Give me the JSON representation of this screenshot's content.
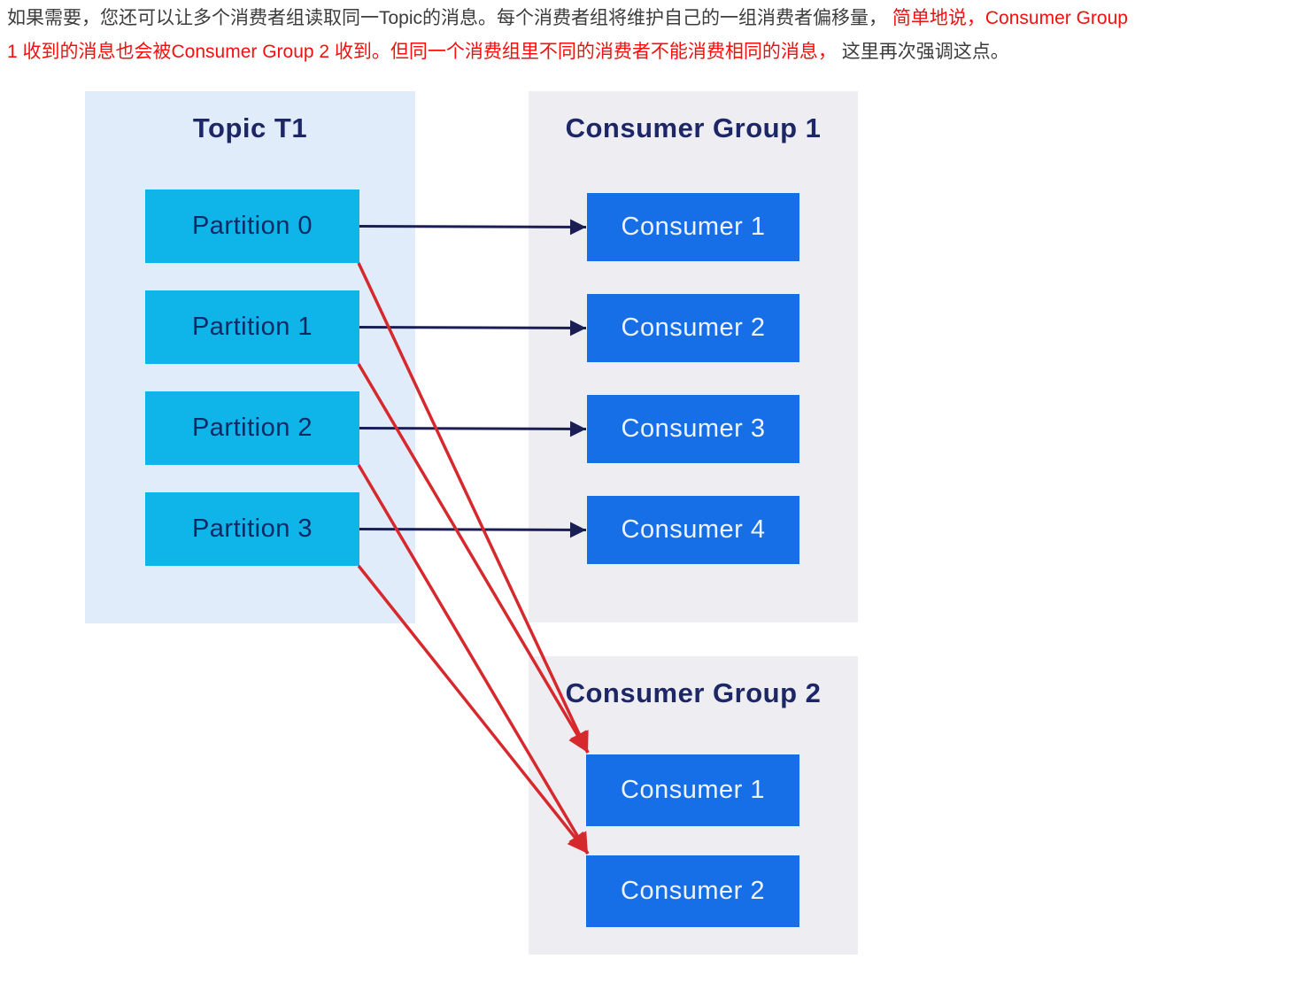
{
  "paragraph": {
    "segments": [
      {
        "text": "如果需要，您还可以让多个消费者组读取同一Topic的消息。每个消费者组将维护自己的一组消费者偏移量，",
        "style": "normal"
      },
      {
        "text": "简单地说，Consumer Group",
        "style": "highlight"
      },
      {
        "text": "1 收到的消息也会被Consumer Group 2 收到。但同一个消费组里不同的消费者不能消费相同的消息，",
        "style": "highlight"
      },
      {
        "text": "这里再次强调这点。",
        "style": "normal"
      }
    ]
  },
  "diagram": {
    "topic": {
      "title": "Topic T1",
      "partitions": [
        "Partition 0",
        "Partition 1",
        "Partition 2",
        "Partition 3"
      ]
    },
    "group1": {
      "title": "Consumer Group 1",
      "consumers": [
        "Consumer 1",
        "Consumer 2",
        "Consumer 3",
        "Consumer 4"
      ]
    },
    "group2": {
      "title": "Consumer Group 2",
      "consumers": [
        "Consumer 1",
        "Consumer 2"
      ]
    },
    "connections": {
      "group1": [
        {
          "from": 0,
          "to": 0
        },
        {
          "from": 1,
          "to": 1
        },
        {
          "from": 2,
          "to": 2
        },
        {
          "from": 3,
          "to": 3
        }
      ],
      "group2": [
        {
          "from": 0,
          "to": 0
        },
        {
          "from": 1,
          "to": 0
        },
        {
          "from": 2,
          "to": 1
        },
        {
          "from": 3,
          "to": 1
        }
      ]
    },
    "colors": {
      "partition_fill": "#0fb5e8",
      "consumer_fill": "#176fe8",
      "topic_panel": "#e1ecfa",
      "group_panel": "#ededf2",
      "arrow_navy": "#1b1e55",
      "arrow_red": "#d6292e",
      "title_text": "#1e2766",
      "partition_text": "#0c2a66",
      "consumer_text": "#eef3fd",
      "body_text": "#3c3c3c",
      "highlight_text": "#f50f0f"
    }
  }
}
